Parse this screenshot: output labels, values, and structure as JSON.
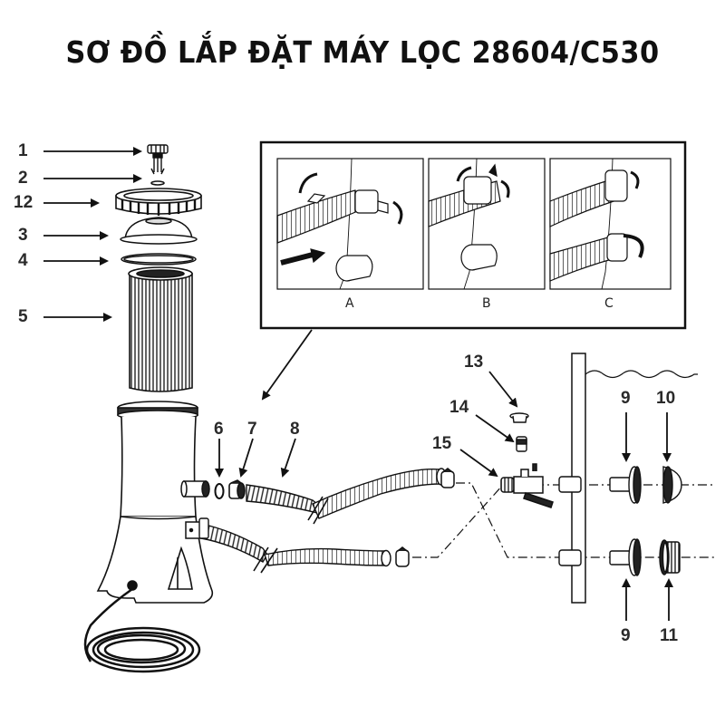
{
  "title": "SƠ ĐỒ LẮP ĐẶT MÁY LỌC 28604/C530",
  "colors": {
    "ink": "#111111",
    "label": "#2a2a2a",
    "background": "#ffffff"
  },
  "callouts": [
    {
      "id": "1",
      "label": "1",
      "part": "air-release-valve"
    },
    {
      "id": "2",
      "label": "2",
      "part": "air-release-valve-o-ring"
    },
    {
      "id": "12",
      "label": "12",
      "part": "filter-housing-nut"
    },
    {
      "id": "3",
      "label": "3",
      "part": "filter-housing-cover"
    },
    {
      "id": "4",
      "label": "4",
      "part": "filter-housing-o-ring"
    },
    {
      "id": "5",
      "label": "5",
      "part": "filter-cartridge"
    },
    {
      "id": "6",
      "label": "6",
      "part": "hose-o-ring"
    },
    {
      "id": "7",
      "label": "7",
      "part": "hose-clamp"
    },
    {
      "id": "8",
      "label": "8",
      "part": "hose"
    },
    {
      "id": "13",
      "label": "13",
      "part": "plunger-valve-cap"
    },
    {
      "id": "14",
      "label": "14",
      "part": "plunger-valve-connector"
    },
    {
      "id": "15",
      "label": "15",
      "part": "plunger-valve"
    },
    {
      "id": "9a",
      "label": "9",
      "part": "strainer-connector-top"
    },
    {
      "id": "10",
      "label": "10",
      "part": "strainer-grid"
    },
    {
      "id": "9b",
      "label": "9",
      "part": "strainer-connector-bottom"
    },
    {
      "id": "11",
      "label": "11",
      "part": "flow-adjustable-nozzle"
    }
  ],
  "inset": {
    "panels": [
      {
        "label": "A"
      },
      {
        "label": "B"
      },
      {
        "label": "C"
      }
    ]
  }
}
